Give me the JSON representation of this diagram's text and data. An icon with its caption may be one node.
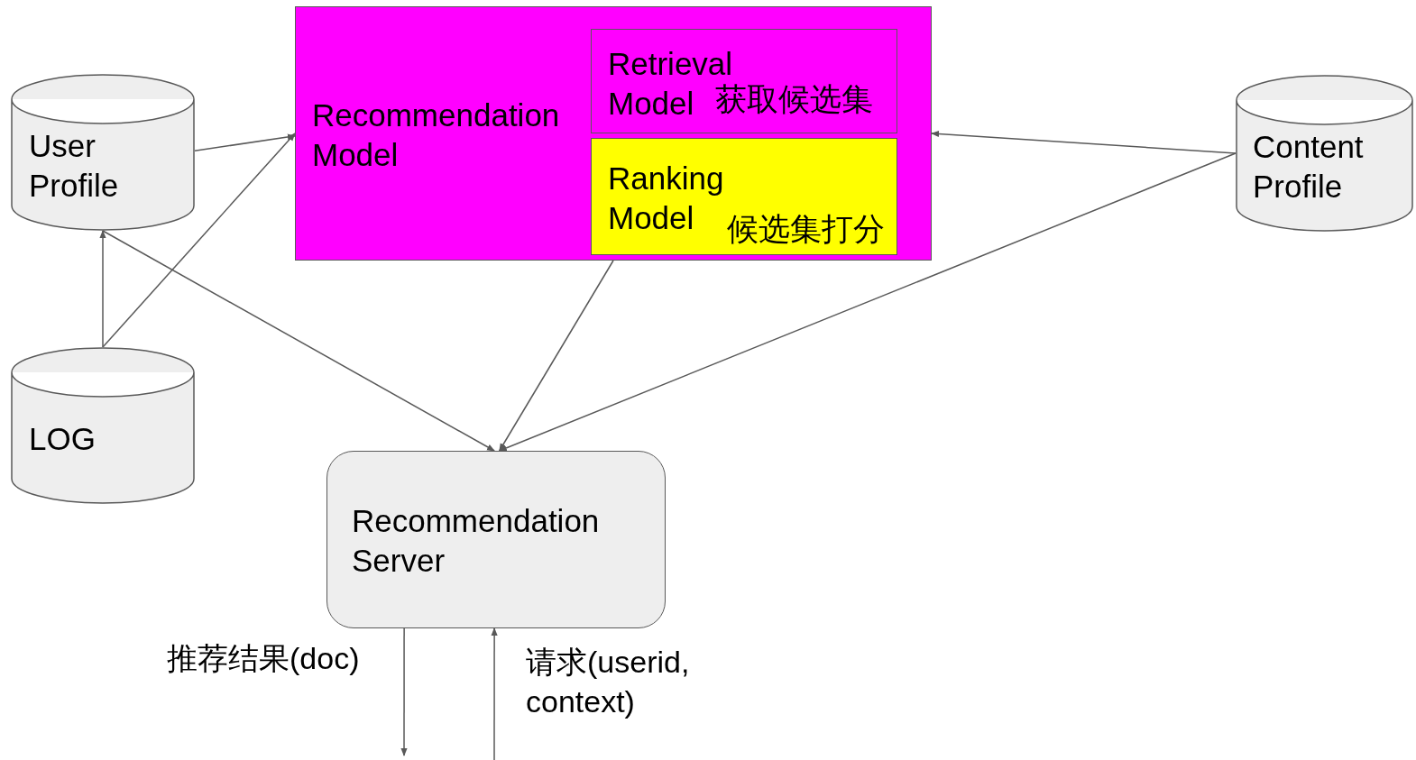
{
  "diagram": {
    "nodes": [
      {
        "text": [
          "User Profile"
        ]
      },
      {
        "text": [
          "LOG"
        ]
      },
      {
        "text": [
          "Recommendation Model"
        ]
      },
      {
        "text": [
          "Retrieval Model",
          "获取候选集"
        ],
        "in": 2
      },
      {
        "text": [
          "Ranking Model",
          "候选集打分"
        ],
        "in": 2
      },
      {
        "text": [
          "Content Profile"
        ]
      },
      {
        "text": [
          "Recommendation Server"
        ]
      }
    ],
    "edges": [
      {
        "from": 0,
        "to": 2,
        "arrow": "to"
      },
      {
        "from": 1,
        "to": 0,
        "arrow": "to"
      },
      {
        "from": 1,
        "to": 2,
        "arrow": "to"
      },
      {
        "from": 0,
        "to": 6,
        "arrow": "to"
      },
      {
        "from": 5,
        "to": 2,
        "arrow": "to"
      },
      {
        "from": 5,
        "to": 6,
        "arrow": "to"
      },
      {
        "from": 2,
        "to": 6,
        "arrow": "to"
      },
      {
        "from": 6,
        "to": null,
        "arrow": "to",
        "label": "推荐结果(doc)"
      },
      {
        "from": null,
        "to": 6,
        "arrow": "to",
        "label": "请求(userid, context)"
      }
    ]
  }
}
